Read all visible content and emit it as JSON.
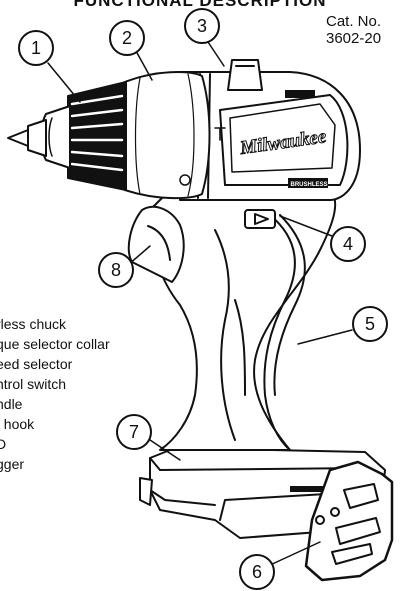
{
  "header": {
    "title": "FUNCTIONAL DESCRIPTION"
  },
  "catalog": {
    "label": "Cat. No.",
    "number": "3602-20"
  },
  "brand": {
    "logo_text": "Milwaukee",
    "badge_text": "BRUSHLESS"
  },
  "callouts": [
    "1",
    "2",
    "3",
    "4",
    "5",
    "6",
    "7",
    "8"
  ],
  "legend": [
    "rless chuck",
    "que selector collar",
    "eed selector",
    "ntrol switch",
    "ndle",
    "t hook",
    "D",
    "gger"
  ],
  "colors": {
    "line": "#111111",
    "body": "#ffffff",
    "chuck": "#111111",
    "bg": "#ffffff"
  }
}
